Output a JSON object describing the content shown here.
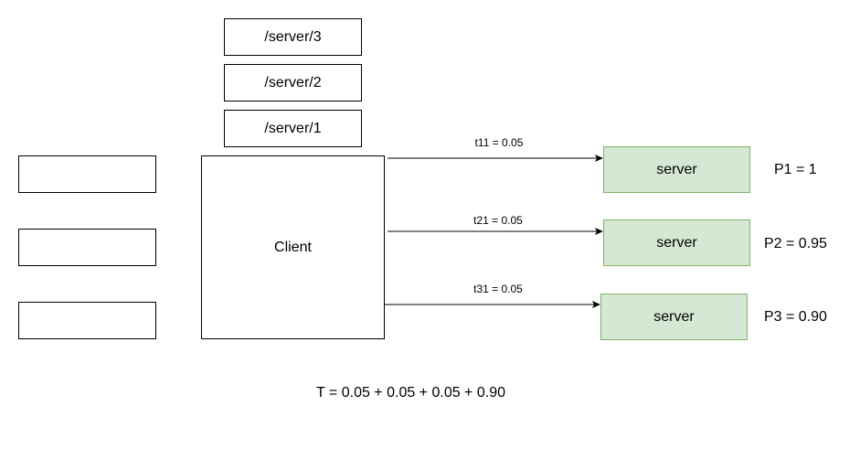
{
  "paths": [
    {
      "label": "/server/3"
    },
    {
      "label": "/server/2"
    },
    {
      "label": "/server/1"
    }
  ],
  "client": {
    "label": "Client"
  },
  "queue_boxes": [
    {
      "label": ""
    },
    {
      "label": ""
    },
    {
      "label": ""
    }
  ],
  "edges": [
    {
      "label": "t11 = 0.05"
    },
    {
      "label": "t21 = 0.05"
    },
    {
      "label": "t31 = 0.05"
    }
  ],
  "servers": [
    {
      "label": "server",
      "probability": "P1 = 1"
    },
    {
      "label": "server",
      "probability": "P2 = 0.95"
    },
    {
      "label": "server",
      "probability": "P3 = 0.90"
    }
  ],
  "formula": "T = 0.05 + 0.05 + 0.05 + 0.90",
  "colors": {
    "server_fill": "#d5e8d4",
    "server_stroke": "#82b366",
    "line": "#000000"
  }
}
